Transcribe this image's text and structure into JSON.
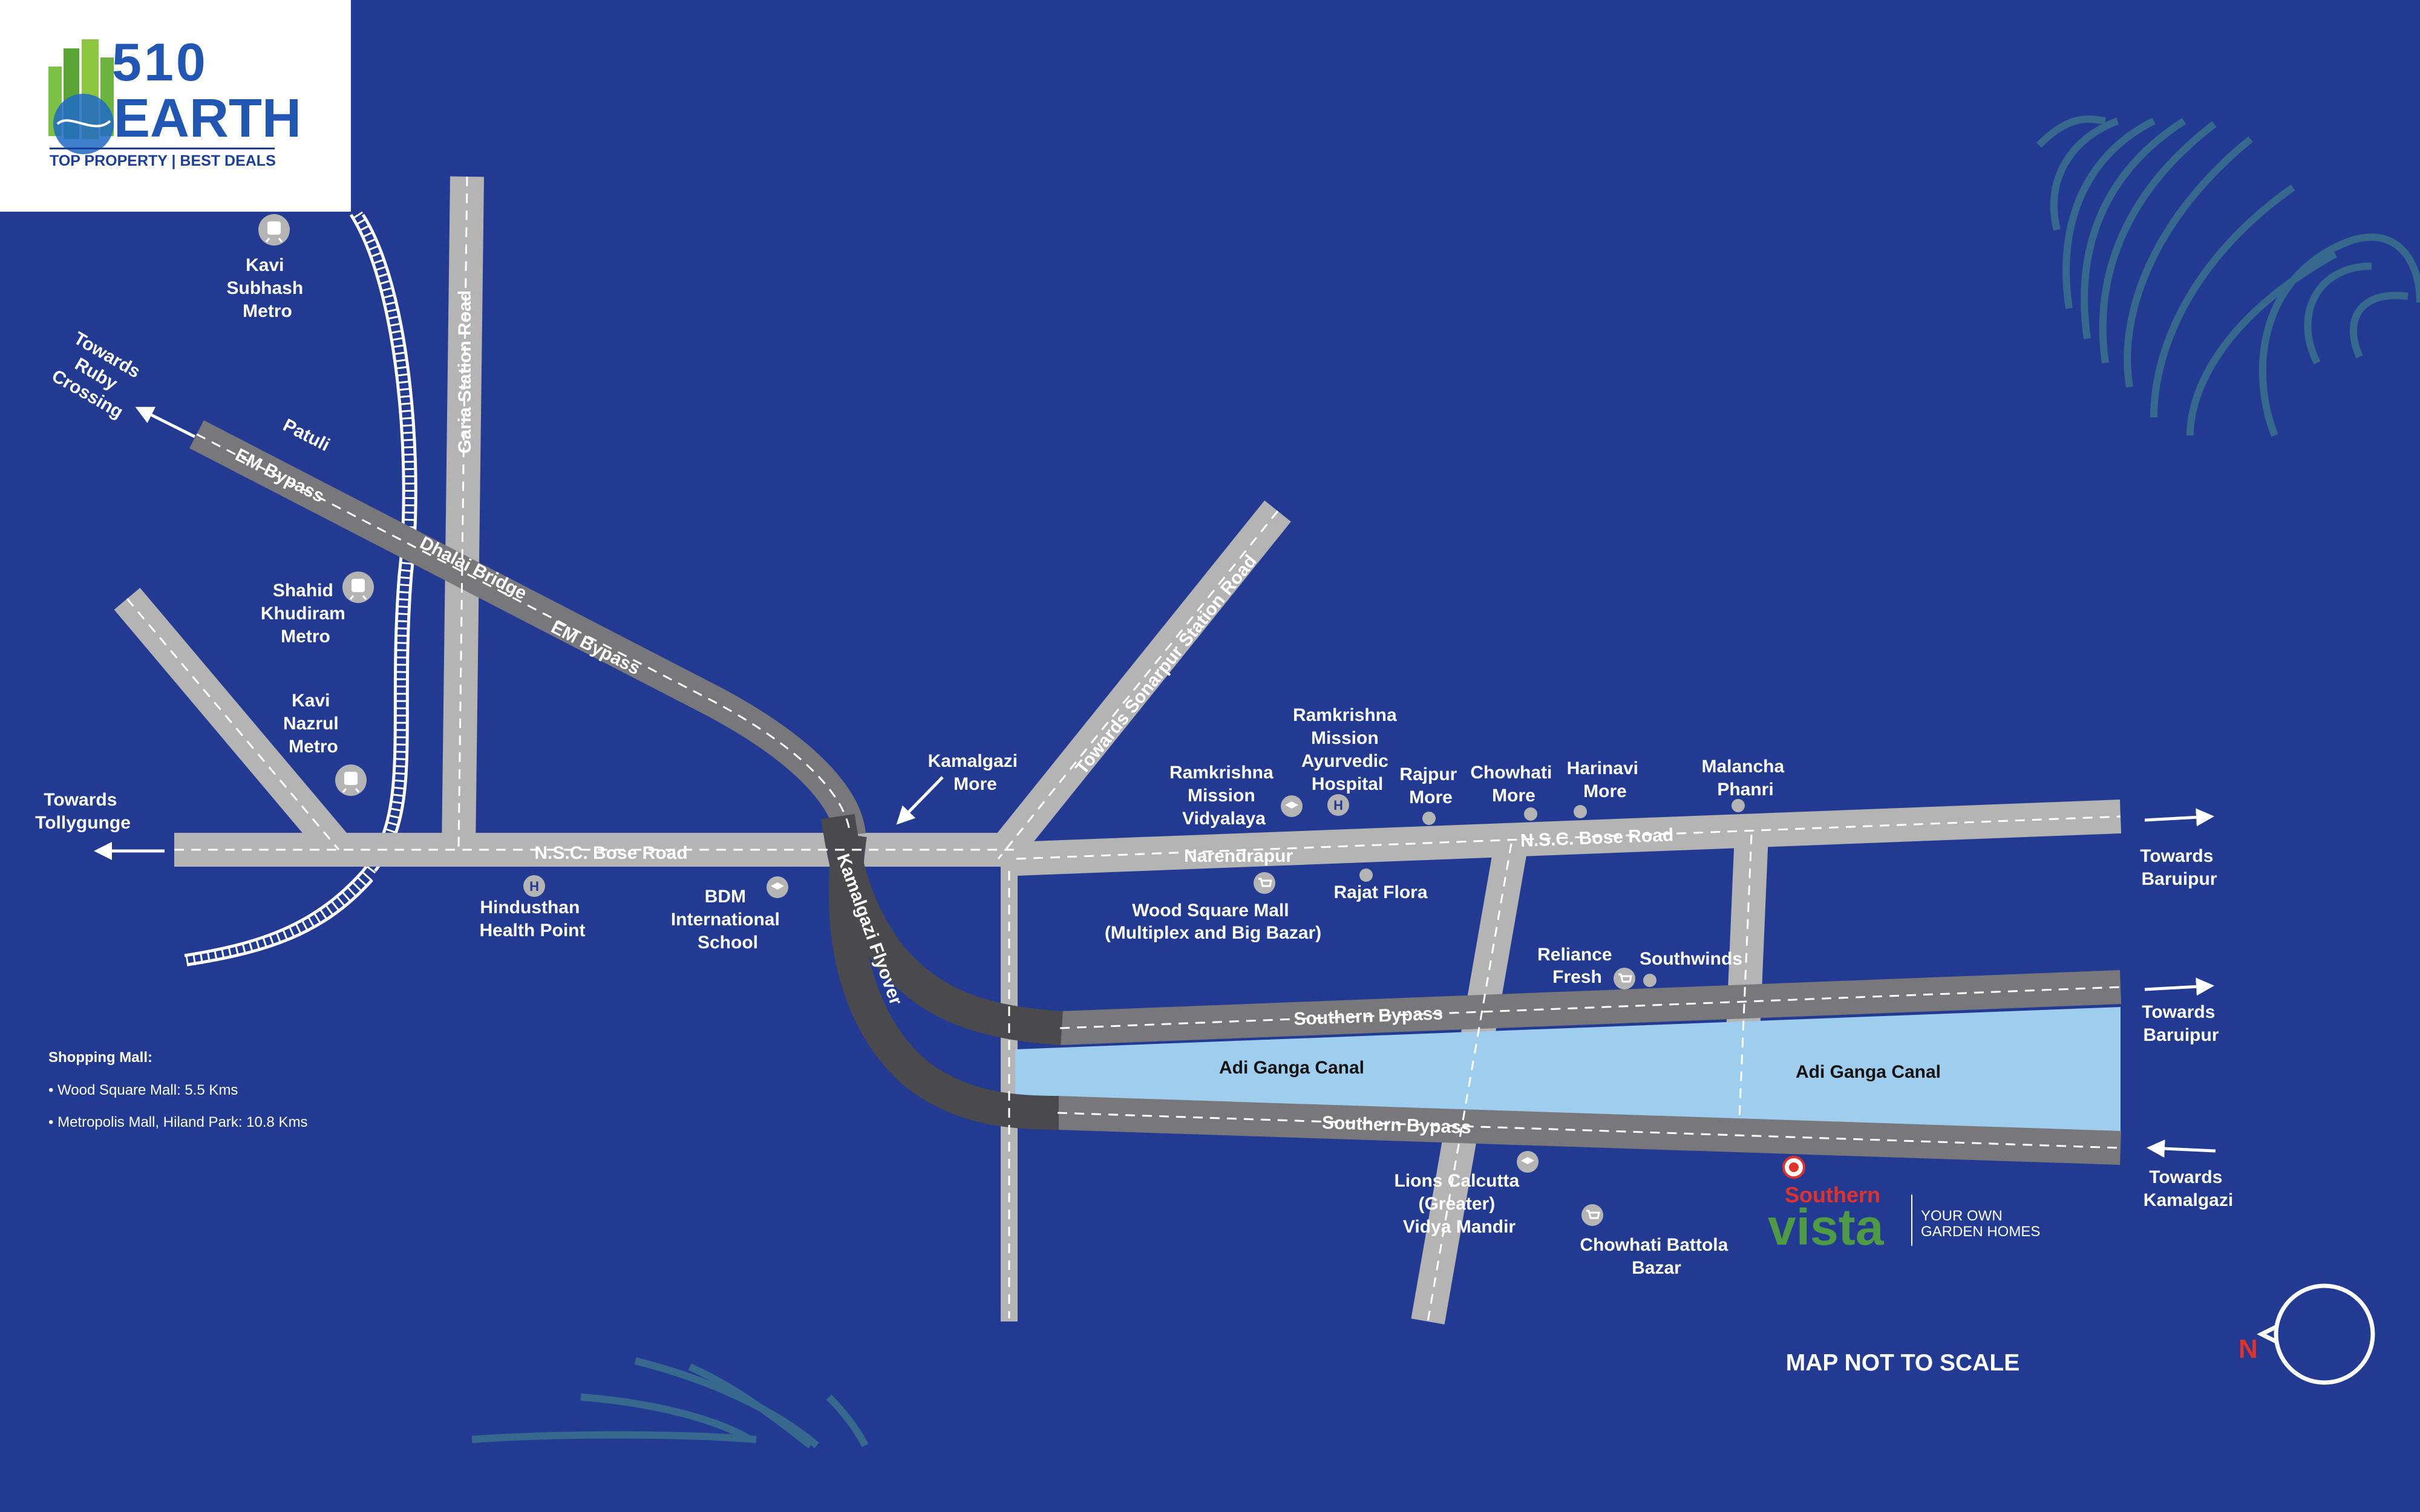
{
  "logo": {
    "number": "510",
    "word": "EARTH",
    "tagline": "TOP PROPERTY | BEST DEALS"
  },
  "colors": {
    "background": "#233a92",
    "road": "#b4b4b4",
    "flyover": "#4a4a4e",
    "bypass": "#78787c",
    "canal": "#9fcdee",
    "accent_red": "#e0322b",
    "vista_green": "#4e9a45",
    "swirl": "#3a6f8e"
  },
  "roads": {
    "nsc_bose_1": "N.S.C. Bose Road",
    "nsc_bose_2": "N.S.C. Bose Road",
    "narendrapur": "Narendrapur",
    "garia_station": "Garia Station Road",
    "sonarpur_station": "Towards Sonarpur Station Road",
    "em_bypass_1": "EM Bypass",
    "em_bypass_2": "EM Bypass",
    "dhalai_bridge": "Dhalai Bridge",
    "patuli": "Patuli",
    "kamalgazi_flyover": "Kamalgazi Flyover",
    "southern_bypass_1": "Southern Bypass",
    "southern_bypass_2": "Southern Bypass",
    "canal_1": "Adi Ganga Canal",
    "canal_2": "Adi Ganga Canal"
  },
  "directions": {
    "ruby": [
      "Towards",
      "Ruby",
      "Crossing"
    ],
    "tollygunge": [
      "Towards",
      "Tollygunge"
    ],
    "baruipur_1": [
      "Towards",
      "Baruipur"
    ],
    "baruipur_2": [
      "Towards",
      "Baruipur"
    ],
    "kamalgazi_east": [
      "Towards",
      "Kamalgazi"
    ],
    "kamalgazi_more": [
      "Kamalgazi",
      "More"
    ]
  },
  "places": {
    "kavi_subhash": {
      "lines": [
        "Kavi",
        "Subhash",
        "Metro"
      ],
      "icon": "metro-icon"
    },
    "shahid_khudiram": {
      "lines": [
        "Shahid",
        "Khudiram",
        "Metro"
      ],
      "icon": "metro-icon"
    },
    "kavi_nazrul": {
      "lines": [
        "Kavi",
        "Nazrul",
        "Metro"
      ],
      "icon": "metro-icon"
    },
    "hindusthan": {
      "lines": [
        "Hindusthan",
        "Health Point"
      ],
      "icon": "hospital-icon"
    },
    "bdm": {
      "lines": [
        "BDM",
        "International",
        "School"
      ],
      "icon": "school-icon"
    },
    "rkm_vidyalaya": {
      "lines": [
        "Ramkrishna",
        "Mission",
        "Vidyalaya"
      ],
      "icon": "school-icon"
    },
    "rkm_hospital": {
      "lines": [
        "Ramkrishna",
        "Mission",
        "Ayurvedic",
        "Hospital"
      ],
      "icon": "hospital-icon"
    },
    "rajpur_more": {
      "lines": [
        "Rajpur",
        "More"
      ],
      "icon": "dot-icon"
    },
    "chowhati_more": {
      "lines": [
        "Chowhati",
        "More"
      ],
      "icon": "dot-icon"
    },
    "harinavi_more": {
      "lines": [
        "Harinavi",
        "More"
      ],
      "icon": "dot-icon"
    },
    "malancha_phanri": {
      "lines": [
        "Malancha",
        "Phanri"
      ],
      "icon": "dot-icon"
    },
    "wood_square": {
      "lines": [
        "Wood Square Mall",
        "(Multiplex and Big Bazar)"
      ],
      "icon": "cart-icon"
    },
    "rajat_flora": {
      "lines": [
        "Rajat Flora"
      ],
      "icon": "dot-icon"
    },
    "reliance_fresh": {
      "lines": [
        "Reliance",
        "Fresh"
      ],
      "icon": "cart-icon"
    },
    "southwinds": {
      "lines": [
        "Southwinds"
      ],
      "icon": "dot-icon"
    },
    "lions_calcutta": {
      "lines": [
        "Lions Calcutta",
        "(Greater)",
        "Vidya Mandir"
      ],
      "icon": "school-icon"
    },
    "chowhati_battola": {
      "lines": [
        "Chowhati Battola",
        "Bazar"
      ],
      "icon": "cart-icon"
    }
  },
  "shopping": {
    "title": "Shopping Mall:",
    "items": [
      "• Wood Square Mall: 5.5 Kms",
      "• Metropolis Mall, Hiland Park: 10.8 Kms"
    ]
  },
  "project": {
    "name_1": "Southern",
    "name_2": "vista",
    "tagline_1": "YOUR OWN",
    "tagline_2": "GARDEN HOMES"
  },
  "footer": {
    "scale_note": "MAP NOT TO SCALE",
    "north": "N"
  }
}
